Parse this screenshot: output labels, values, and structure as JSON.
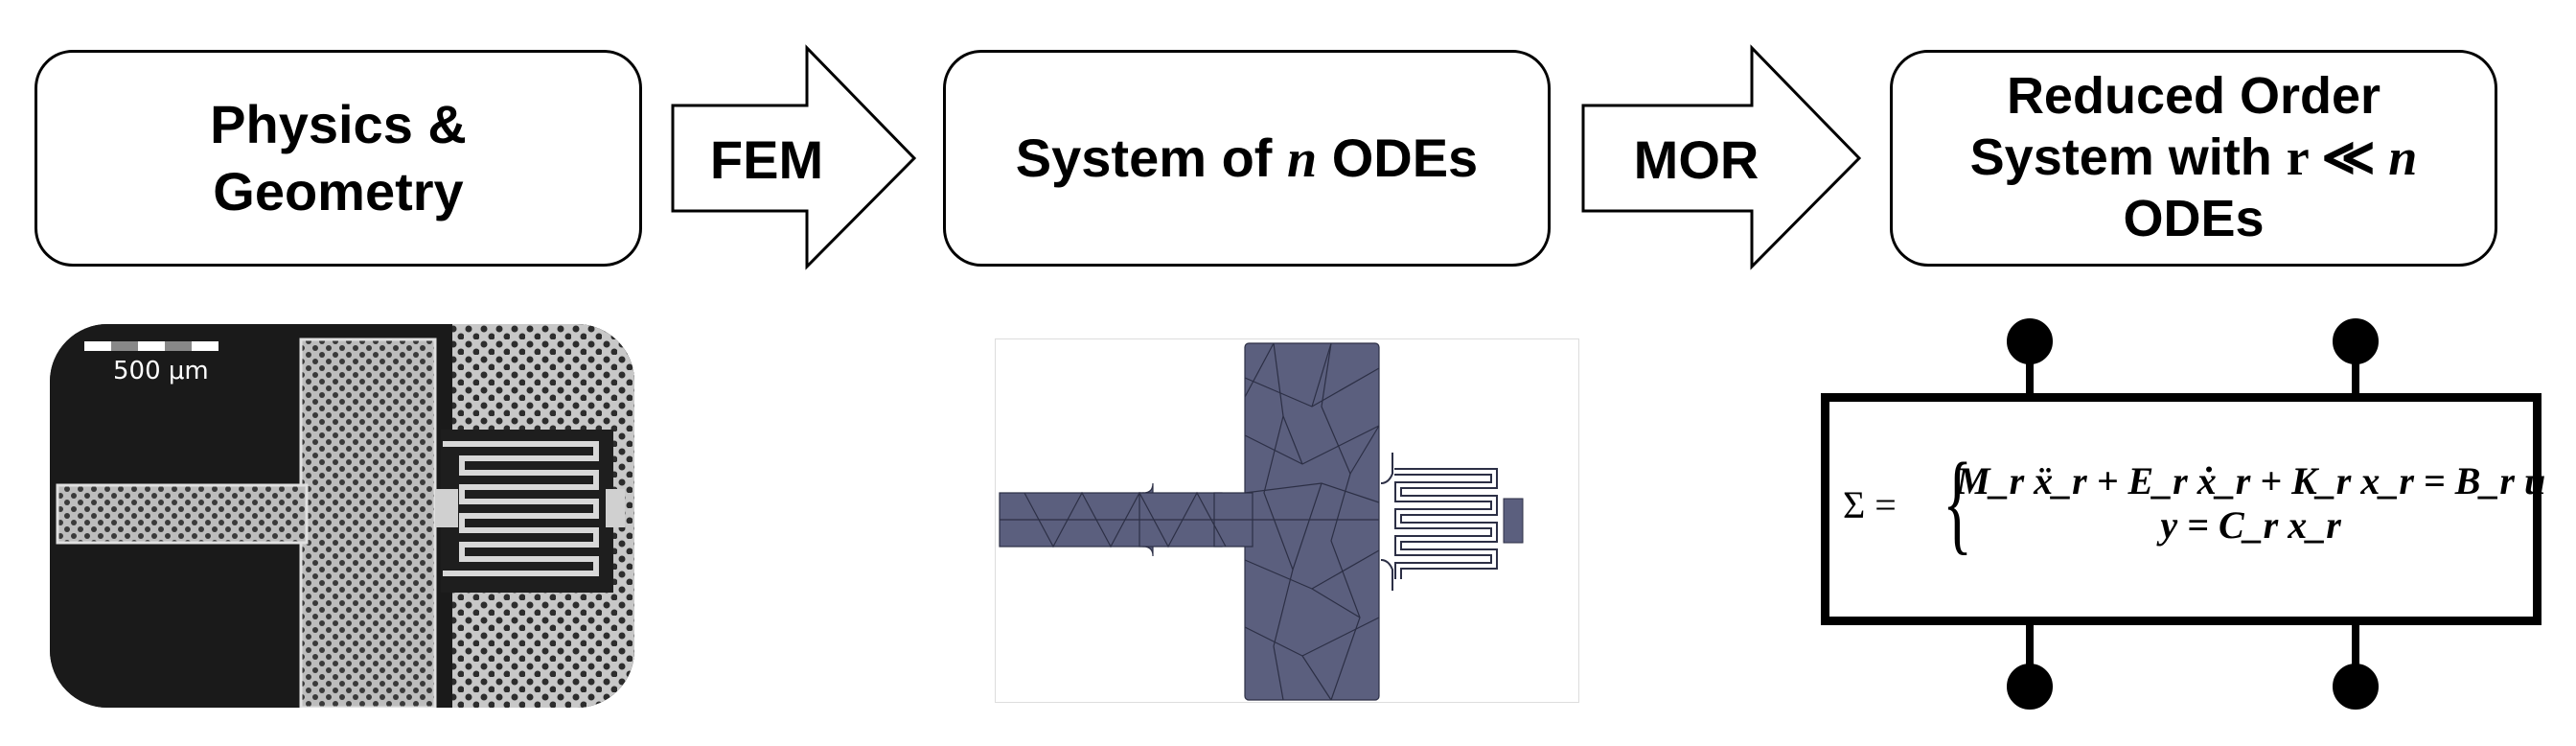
{
  "boxes": {
    "physics": {
      "line1": "Physics &",
      "line2": "Geometry"
    },
    "odes": {
      "prefix": "System of ",
      "var": "n",
      "suffix": " ODEs"
    },
    "reduced": {
      "line1": "Reduced Order",
      "line2_prefix": "System with ",
      "line2_r": "r",
      "line2_ll": " ≪ ",
      "line2_n": "n",
      "line3": "ODEs"
    }
  },
  "arrows": {
    "fem": "FEM",
    "mor": "MOR"
  },
  "sem_image": {
    "scale_bar": "500 μm"
  },
  "state_space": {
    "sigma": "Σ =",
    "eq1": "M_r ẍ_r + E_r ẋ_r + K_r x_r = B_r u",
    "eq2": "y = C_r x_r"
  },
  "colors": {
    "mesh_fill": "#5b5f7e",
    "sem_dark": "#191919",
    "sem_light": "#b9b9b9"
  }
}
